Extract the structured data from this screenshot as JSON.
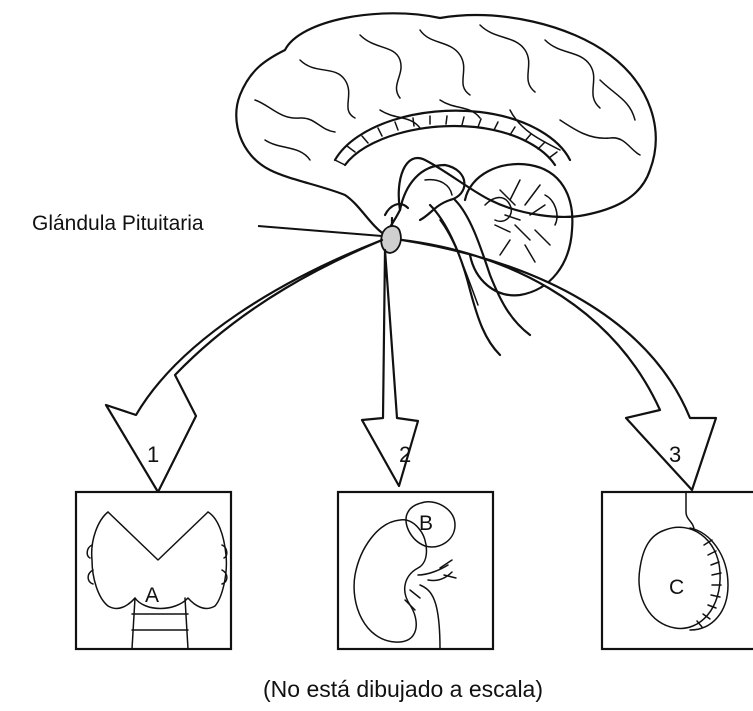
{
  "diagram": {
    "pituitary_label": "Glándula Pituitaria",
    "arrows": [
      {
        "number": "1"
      },
      {
        "number": "2"
      },
      {
        "number": "3"
      }
    ],
    "boxes": [
      {
        "letter": "A"
      },
      {
        "letter": "B"
      },
      {
        "letter": "C"
      }
    ],
    "caption": "(No está dibujado a escala)"
  }
}
